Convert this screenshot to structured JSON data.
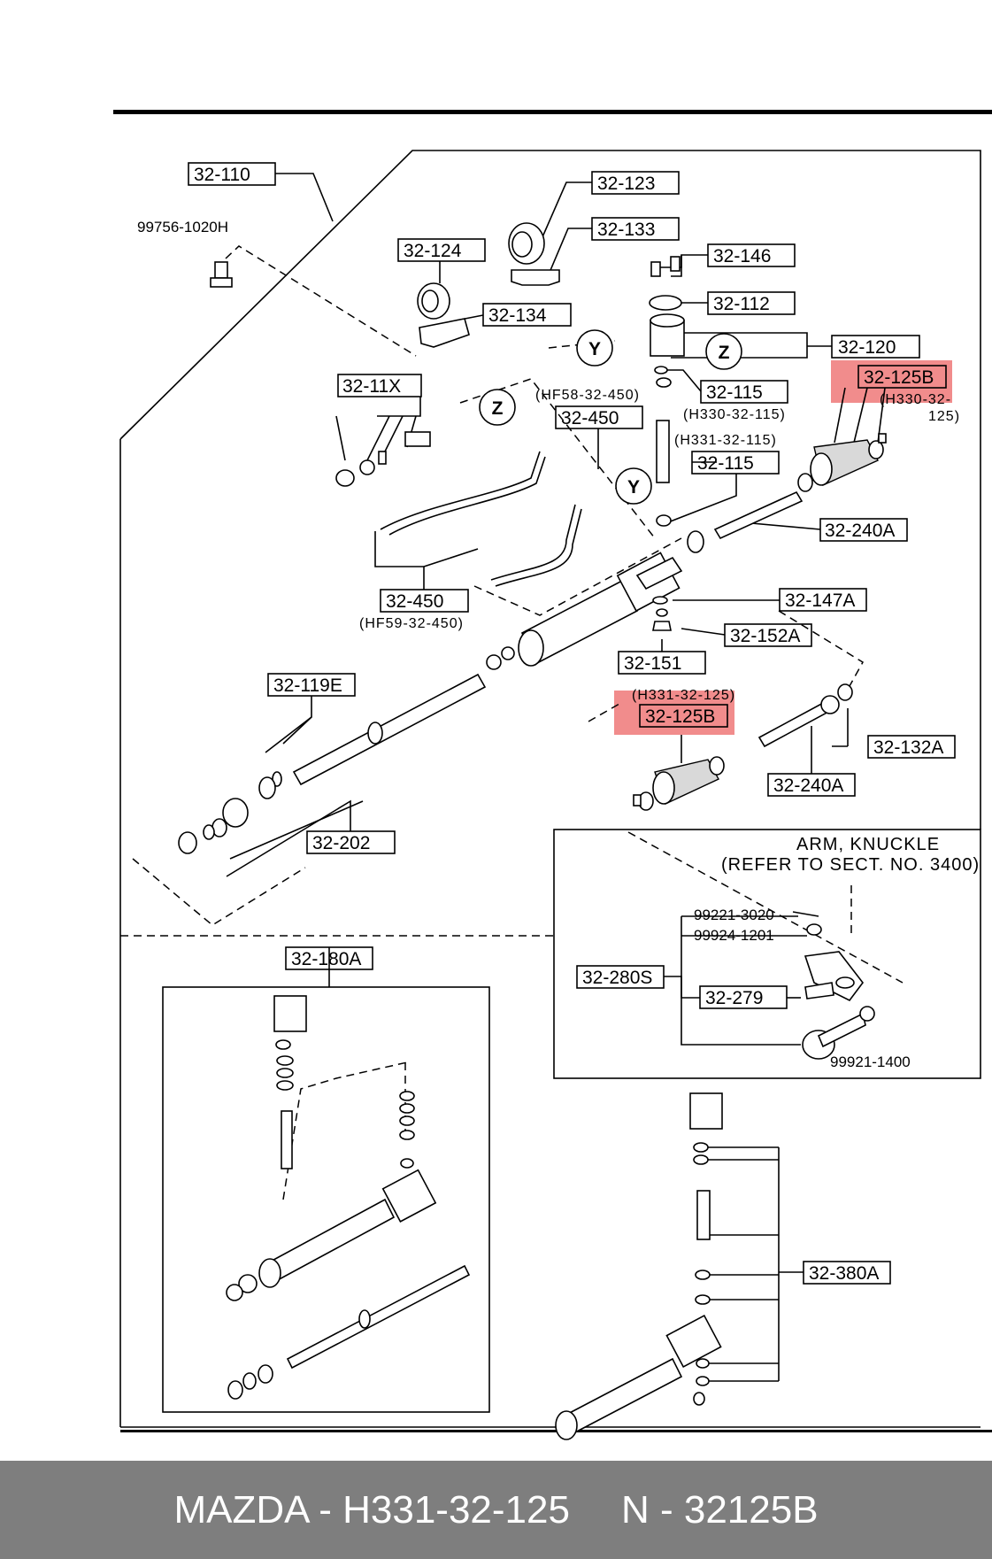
{
  "diagram": {
    "labels": {
      "l_32_110": "32-110",
      "l_99756": "99756-1020H",
      "l_32_123": "32-123",
      "l_32_133": "32-133",
      "l_32_124": "32-124",
      "l_32_134": "32-134",
      "l_32_146": "32-146",
      "l_32_112": "32-112",
      "l_32_120": "32-120",
      "l_32_115a": "32-115",
      "l_32_115a_note": "(H330-32-115)",
      "l_32_125b_top": "32-125B",
      "l_32_125b_top_note1": "(H330-32-",
      "l_32_125b_top_note2": "125)",
      "l_32_11x": "32-11X",
      "l_hf58": "(HF58-32-450)",
      "l_32_450a": "32-450",
      "l_h331_115": "(H331-32-115)",
      "l_32_115b": "32-115",
      "l_32_240a_top": "32-240A",
      "l_32_450b": "32-450",
      "l_hf59": "(HF59-32-450)",
      "l_32_147a": "32-147A",
      "l_32_152a": "32-152A",
      "l_32_151": "32-151",
      "l_32_119e": "32-119E",
      "l_h331_125": "(H331-32-125)",
      "l_32_125b_bot": "32-125B",
      "l_32_132a": "32-132A",
      "l_32_240a_bot": "32-240A",
      "l_32_202": "32-202",
      "l_arm1": "ARM, KNUCKLE",
      "l_arm2": "(REFER TO SECT. NO. 3400)",
      "l_99221": "99221-3020",
      "l_99924": "99924-1201",
      "l_32_280s": "32-280S",
      "l_32_279": "32-279",
      "l_99921": "99921-1400",
      "l_32_180a": "32-180A",
      "l_32_380a": "32-380A",
      "y1": "Y",
      "z1": "Z",
      "z2": "Z",
      "y2": "Y"
    },
    "highlight_color": "#f08080"
  },
  "footer": {
    "brand_part": "MAZDA - H331-32-125",
    "number": "N - 32125B"
  }
}
